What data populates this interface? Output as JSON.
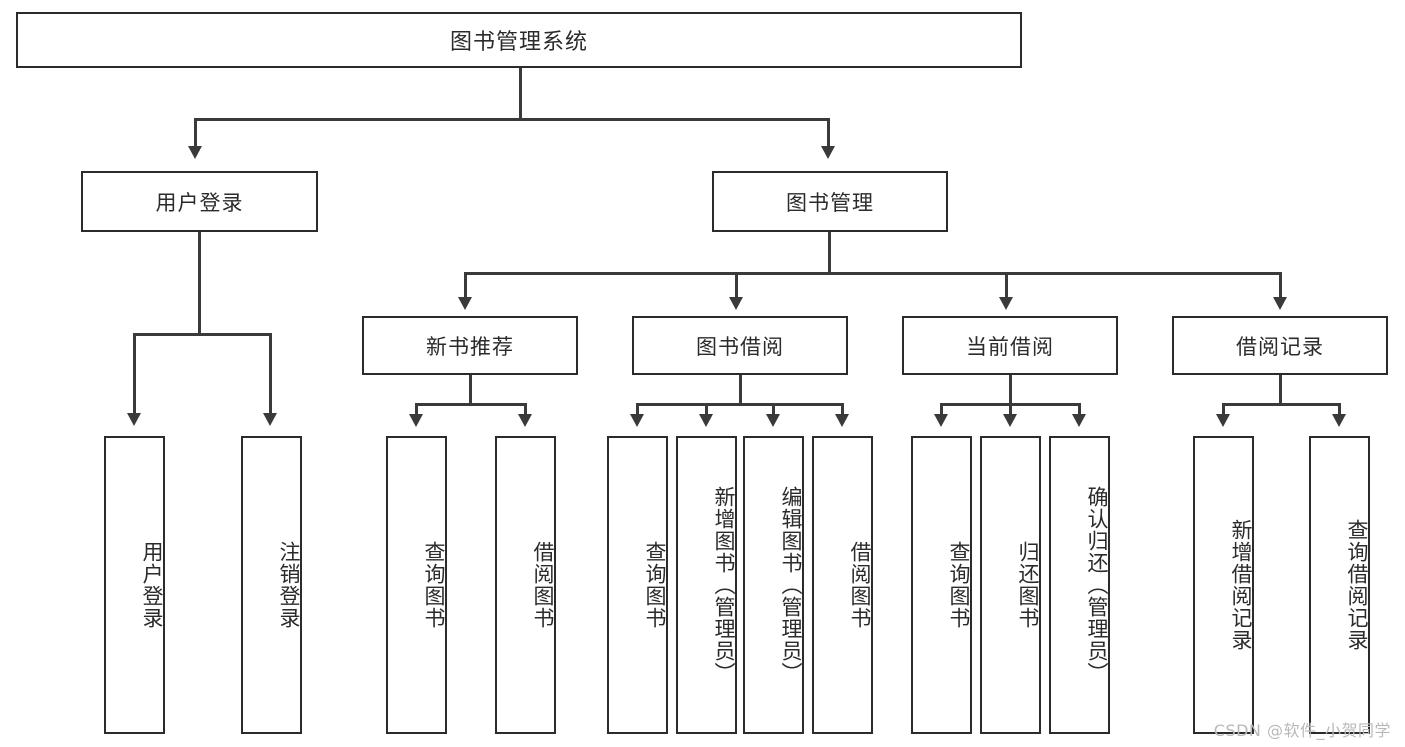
{
  "diagram": {
    "title": "图书管理系统",
    "type": "hierarchy-tree",
    "root": {
      "label": "图书管理系统"
    },
    "level1": [
      {
        "label": "用户登录"
      },
      {
        "label": "图书管理"
      }
    ],
    "level2": [
      {
        "label": "新书推荐"
      },
      {
        "label": "图书借阅"
      },
      {
        "label": "当前借阅"
      },
      {
        "label": "借阅记录"
      }
    ],
    "leaves_user_login": [
      {
        "label": "用户登录"
      },
      {
        "label": "注销登录"
      }
    ],
    "leaves_new_book": [
      {
        "label": "查询图书"
      },
      {
        "label": "借阅图书"
      }
    ],
    "leaves_borrow": [
      {
        "label": "查询图书"
      },
      {
        "label": "新增图书（管理员）"
      },
      {
        "label": "编辑图书（管理员）"
      },
      {
        "label": "借阅图书"
      }
    ],
    "leaves_current": [
      {
        "label": "查询图书"
      },
      {
        "label": "归还图书"
      },
      {
        "label": "确认归还（管理员）"
      }
    ],
    "leaves_records": [
      {
        "label": "新增借阅记录"
      },
      {
        "label": "查询借阅记录"
      }
    ]
  },
  "watermark": {
    "text": "CSDN @软件_小贺同学"
  },
  "colors": {
    "border": "#2b2b2b",
    "line": "#3a3a3a",
    "text": "#2b2b2b",
    "background": "#ffffff",
    "watermark": "#b9b9b9"
  }
}
